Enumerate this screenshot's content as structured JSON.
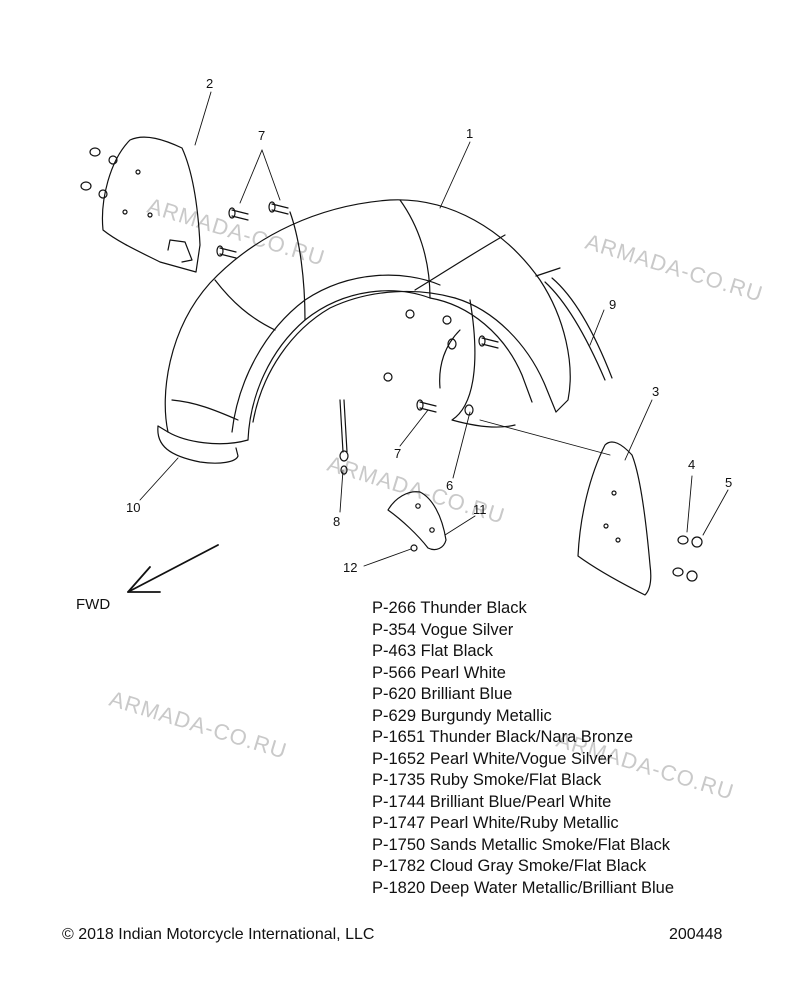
{
  "callouts": [
    "1",
    "2",
    "3",
    "4",
    "5",
    "6",
    "7",
    "7",
    "8",
    "9",
    "10",
    "11",
    "12"
  ],
  "watermark": "ARMADA-CO.RU",
  "fwd_label": "FWD",
  "color_codes": [
    "P-266  Thunder Black",
    "P-354  Vogue Silver",
    "P-463  Flat Black",
    "P-566  Pearl White",
    "P-620  Brilliant Blue",
    "P-629  Burgundy Metallic",
    "P-1651 Thunder Black/Nara Bronze",
    "P-1652 Pearl White/Vogue Silver",
    "P-1735 Ruby Smoke/Flat Black",
    "P-1744 Brilliant Blue/Pearl White",
    "P-1747 Pearl White/Ruby Metallic",
    "P-1750 Sands Metallic Smoke/Flat Black",
    "P-1782 Cloud Gray Smoke/Flat Black",
    "P-1820 Deep Water Metallic/Brilliant Blue"
  ],
  "footer": {
    "copyright": "© 2018 Indian Motorcycle International, LLC",
    "diagram_number": "200448"
  }
}
